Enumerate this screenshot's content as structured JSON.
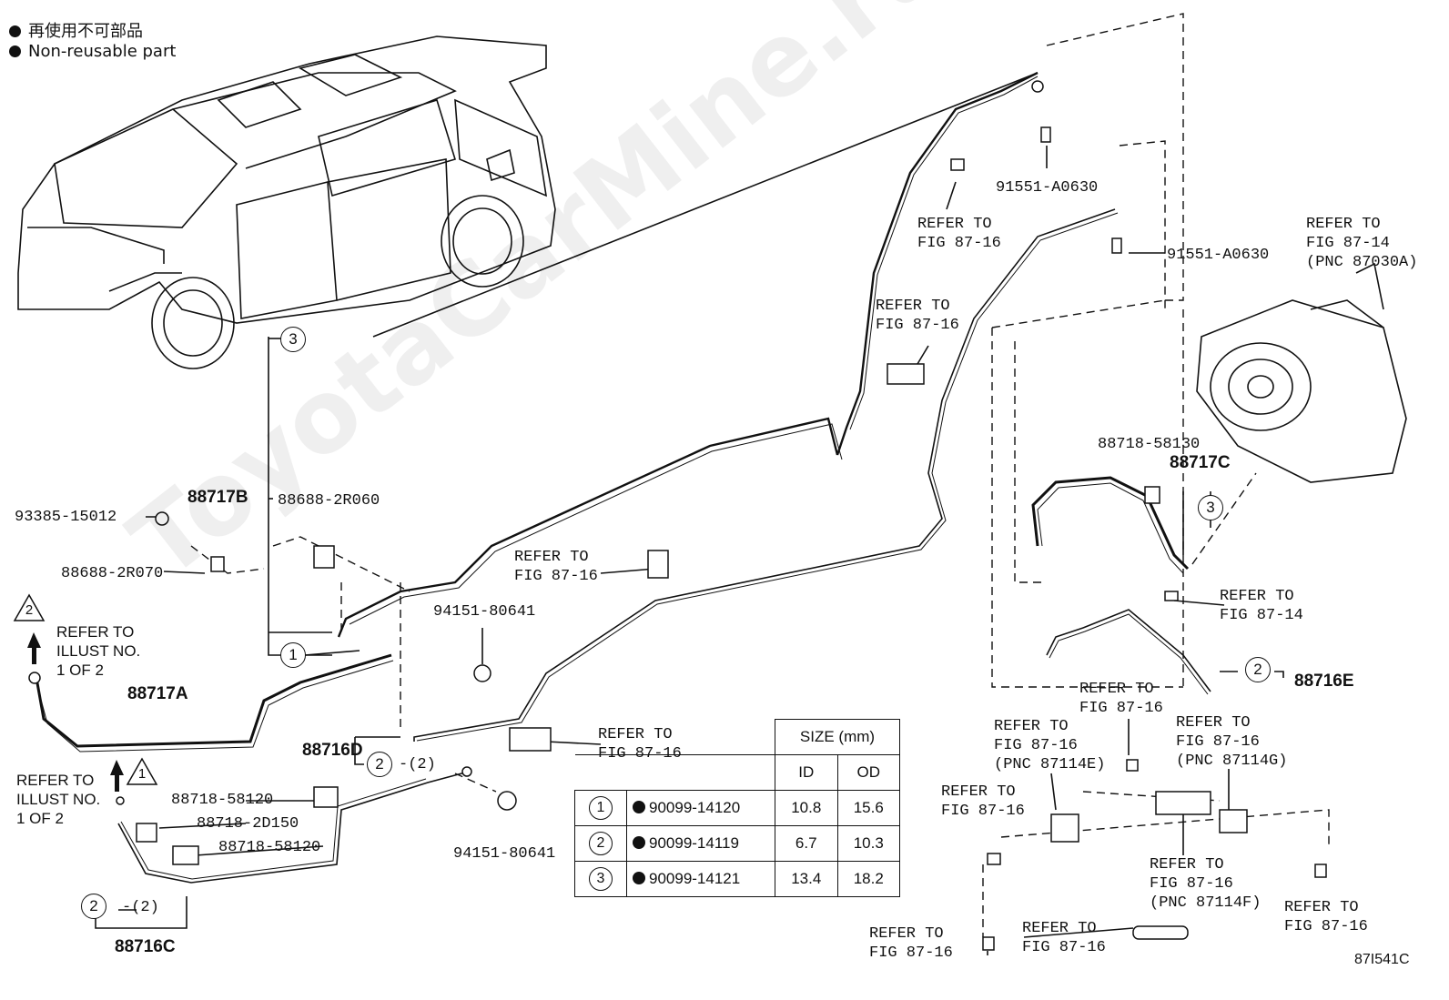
{
  "legend": {
    "line1": "再使用不可部品",
    "line2": "Non-reusable part"
  },
  "labels": {
    "p91551_top": "91551-A0630",
    "p91551_mid": "91551-A0630",
    "refer_87_16_a": "REFER TO\nFIG 87-16",
    "refer_87_16_b": "REFER TO\nFIG 87-16",
    "refer_87_14_pnc": "REFER TO\nFIG 87-14\n(PNC 87030A)",
    "p88718_58130": "88718-58130",
    "p88717C": "88717C",
    "p88717B": "88717B",
    "p88688_2R060": "88688-2R060",
    "p93385": "93385-15012",
    "p88688_2R070": "88688-2R070",
    "refer_illust_top": "REFER TO\nILLUST NO.\n1 OF 2",
    "refer_87_16_c": "REFER TO\nFIG 87-16",
    "p94151_a": "94151-80641",
    "refer_87_14_b": "REFER TO\nFIG 87-14",
    "p88717A": "88717A",
    "refer_87_16_d": "REFER TO\nFIG 87-16",
    "p88716D": "88716D",
    "dash2_d": "-(2)",
    "p88716E": "88716E",
    "refer_87_16_e": "REFER TO\nFIG 87-16",
    "refer_87114E": "REFER TO\nFIG 87-16\n(PNC 87114E)",
    "refer_87114G": "REFER TO\nFIG 87-16\n(PNC 87114G)",
    "refer_illust_bottom": "REFER TO\nILLUST NO.\n1 OF 2",
    "p88718_58120_a": "88718-58120",
    "p88718_2D150": "88718-2D150",
    "p88718_58120_b": "88718-58120",
    "p94151_b": "94151-80641",
    "refer_87_16_f": "REFER TO\nFIG 87-16",
    "refer_87114F": "REFER TO\nFIG 87-16\n(PNC 87114F)",
    "dash2_c": "-(2)",
    "p88716C": "88716C",
    "refer_87_16_g": "REFER TO\nFIG 87-16",
    "refer_87_16_h": "REFER TO\nFIG 87-16",
    "refer_87_16_i": "REFER TO\nFIG 87-16",
    "fig_id": "87I541C",
    "watermark": "ToyotaCarMine.ru"
  },
  "callouts": {
    "c1": "1",
    "c2": "2",
    "c3": "3",
    "t1": "1",
    "t2": "2"
  },
  "size_table": {
    "header": "SIZE (mm)",
    "col_id": "ID",
    "col_od": "OD",
    "rows": [
      {
        "no": "1",
        "part": "90099-14120",
        "id": "10.8",
        "od": "15.6"
      },
      {
        "no": "2",
        "part": "90099-14119",
        "id": "6.7",
        "od": "10.3"
      },
      {
        "no": "3",
        "part": "90099-14121",
        "id": "13.4",
        "od": "18.2"
      }
    ]
  }
}
